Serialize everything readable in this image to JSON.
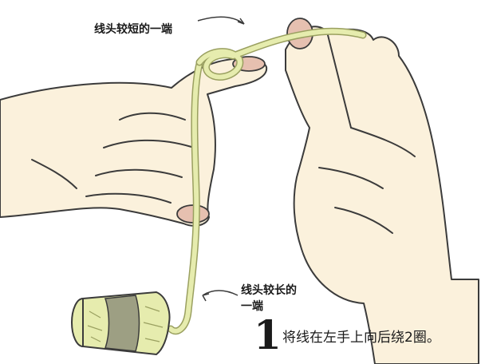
{
  "labels": {
    "short_end": "线头较短的一端",
    "long_end": "线头较长的一端"
  },
  "step": {
    "number": "1",
    "instruction": "将线在左手上向后绕2圈。"
  },
  "colors": {
    "skin": "#fbf1dc",
    "outline": "#3b3b3b",
    "nail": "#e6c0b0",
    "yarn": "#e6ecae",
    "yarn_outline": "#9aa060",
    "band": "#9d9f83"
  }
}
